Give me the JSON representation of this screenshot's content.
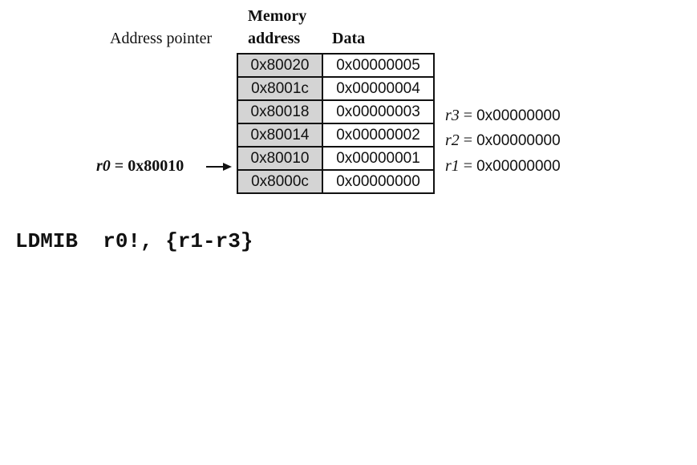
{
  "headers": {
    "address_pointer": "Address pointer",
    "memory_line1": "Memory",
    "memory_line2": "address",
    "data": "Data"
  },
  "memory": [
    {
      "address": "0x80020",
      "data": "0x00000005"
    },
    {
      "address": "0x8001c",
      "data": "0x00000004"
    },
    {
      "address": "0x80018",
      "data": "0x00000003"
    },
    {
      "address": "0x80014",
      "data": "0x00000002"
    },
    {
      "address": "0x80010",
      "data": "0x00000001"
    },
    {
      "address": "0x8000c",
      "data": "0x00000000"
    }
  ],
  "registers": [
    {
      "name": "r3",
      "eq": " = ",
      "value": "0x00000000"
    },
    {
      "name": "r2",
      "eq": " = ",
      "value": "0x00000000"
    },
    {
      "name": "r1",
      "eq": " = ",
      "value": "0x00000000"
    }
  ],
  "pointer": {
    "reg": "r0",
    "value": " = 0x80010"
  },
  "instruction": "LDMIB  r0!, {r1-r3}"
}
